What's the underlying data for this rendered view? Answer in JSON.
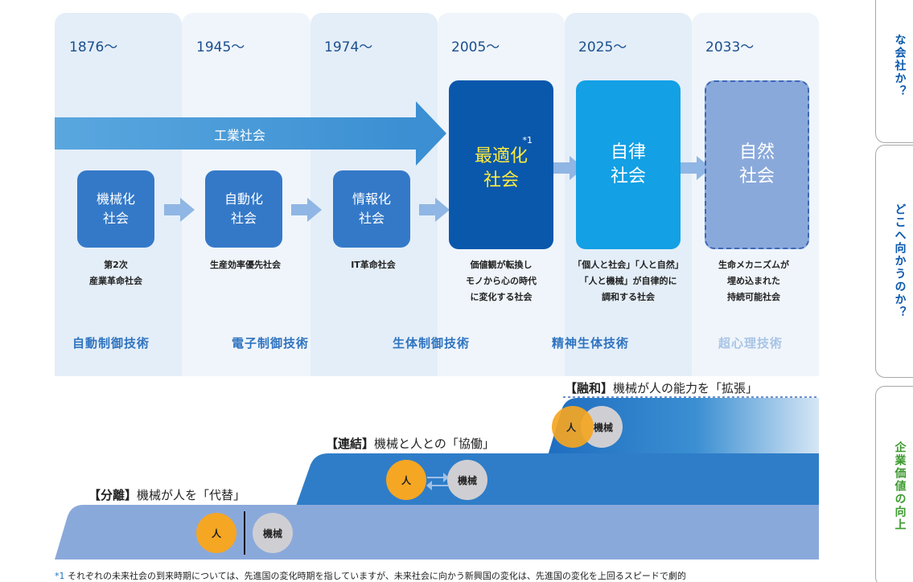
{
  "years": [
    "1876〜",
    "1945〜",
    "1974〜",
    "2005〜",
    "2025〜",
    "2033〜"
  ],
  "band_label": "工業社会",
  "small_societies": [
    "機械化\n社会",
    "自動化\n社会",
    "情報化\n社会"
  ],
  "optimization": {
    "mark": "*1",
    "label": "最適化\n社会"
  },
  "autonomous": "自律\n社会",
  "natural": "自然\n社会",
  "descriptions": [
    "第2次\n産業革命社会",
    "生産効率優先社会",
    "IT革命社会",
    "価値観が転換し\nモノから心の時代\nに変化する社会",
    "「個人と社会」「人と自然」\n「人と機械」が自律的に\n調和する社会",
    "生命メカニズムが\n埋め込まれた\n持続可能社会"
  ],
  "technologies": [
    "自動制御技術",
    "電子制御技術",
    "生体制御技術",
    "精神生体技術",
    "超心理技術"
  ],
  "stages": [
    {
      "bracket": "【分離】",
      "text": "機械が人を「代替」",
      "human": "人",
      "machine": "機械"
    },
    {
      "bracket": "【連結】",
      "text": "機械と人との「協働」",
      "human": "人",
      "machine": "機械"
    },
    {
      "bracket": "【融和】",
      "text": "機械が人の能力を「拡張」",
      "human": "人",
      "machine": "機械"
    }
  ],
  "footnote": {
    "mark": "*1",
    "text": "それぞれの未来社会の到来時期については、先進国の変化時期を指していますが、未来社会に向かう新興国の変化は、先進国の変化を上回るスピードで劇的"
  },
  "side_tabs": [
    "な会社か？",
    "どこへ向かうのか？",
    "企業価値の向上"
  ],
  "colors": {
    "primary": "#3479c8",
    "dark": "#0a58ac",
    "bright": "#13a0e4",
    "highlight": "#ffec3d",
    "human": "#f5a623",
    "machine": "#cfcfd3",
    "tech_blue": "#2f74c0",
    "green_tab": "#3c9a2e"
  }
}
